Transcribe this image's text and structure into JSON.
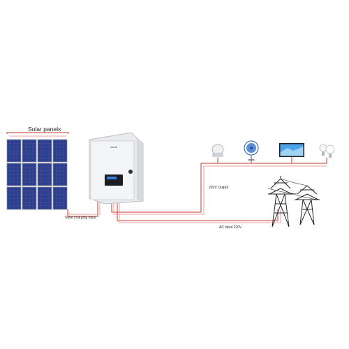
{
  "labels": {
    "solar_panels": "Solar panels",
    "solar_charging_input": "Solar charging input",
    "output_220v": "220V Output",
    "ac_input_220v": "AC input 220V"
  },
  "inverter": {
    "brand_text": "SOLAR"
  },
  "icons": {
    "panels": "solar-panel-array",
    "inverter": "inverter-unit",
    "light": "ceiling-light-icon",
    "fan": "fan-icon",
    "tv": "tv-icon",
    "bulbs": "light-bulbs-icon",
    "grid": "power-tower-icon"
  },
  "colors": {
    "wire": "#c0392b",
    "wire_light": "#e8a0a0",
    "panel": "#2c3e8c",
    "panel_frame": "#8a8f99"
  }
}
